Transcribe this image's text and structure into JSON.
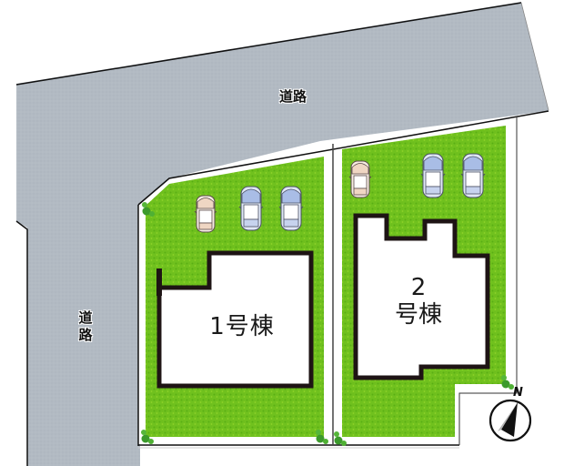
{
  "roads": {
    "top_label": "道路",
    "left_label_line1": "道",
    "left_label_line2": "路"
  },
  "lots": [
    {
      "id": 1,
      "building_label": "1号棟",
      "parking_spaces": 3,
      "cars": [
        "beige-compact-car",
        "blue-sedan",
        "blue-sedan"
      ]
    },
    {
      "id": 2,
      "building_label_line1": "2",
      "building_label_line2": "号棟",
      "parking_spaces": 3,
      "cars": [
        "beige-compact-car",
        "blue-sedan",
        "blue-sedan"
      ]
    }
  ],
  "compass": {
    "north_label": "N"
  },
  "colors": {
    "road": "#b2bac3",
    "lawn": "#6cbf1c",
    "building_outline": "#1e1414",
    "building_fill": "#ffffff",
    "lot_border": "#222222",
    "shrub": "#3f9e2e"
  }
}
